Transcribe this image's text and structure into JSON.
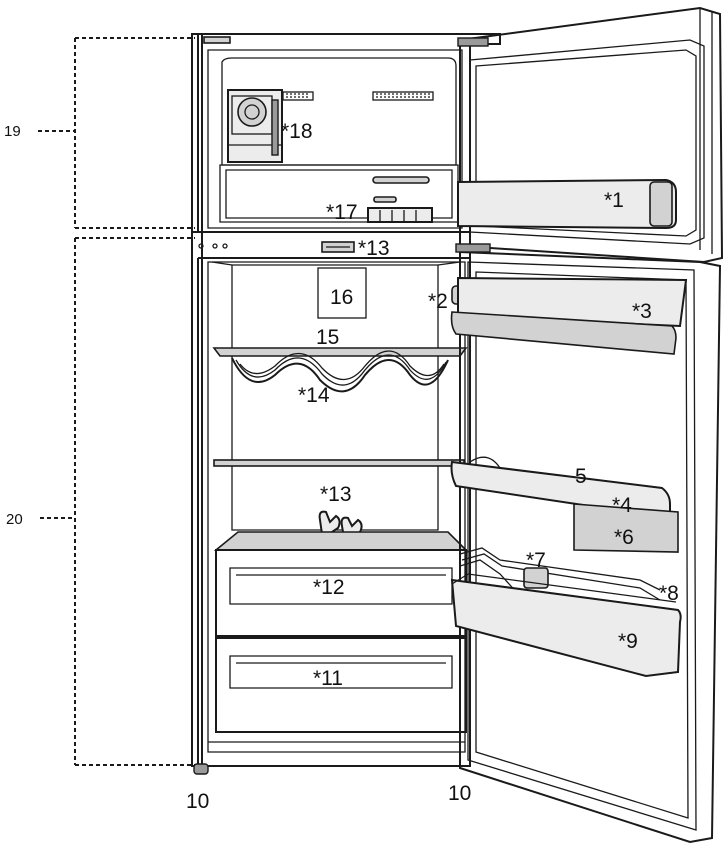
{
  "colors": {
    "outline": "#1a1a1a",
    "fill_light": "#ececec",
    "fill_mid": "#d2d2d2",
    "fill_dark": "#9a9a9a",
    "background": "#ffffff"
  },
  "labels": {
    "freezer_section": "19",
    "fridge_section": "20",
    "l1": "*1",
    "l2": "*2",
    "l3": "*3",
    "l4": "*4",
    "l5": "5",
    "l6": "*6",
    "l7": "*7",
    "l8": "*8",
    "l9": "*9",
    "foot_left": "10",
    "foot_right": "10",
    "l11": "*11",
    "l12": "*12",
    "l13_top": "*13",
    "l13_mid": "*13",
    "l14": "*14",
    "l15": "15",
    "l16": "16",
    "l17": "*17",
    "l18": "*18"
  }
}
